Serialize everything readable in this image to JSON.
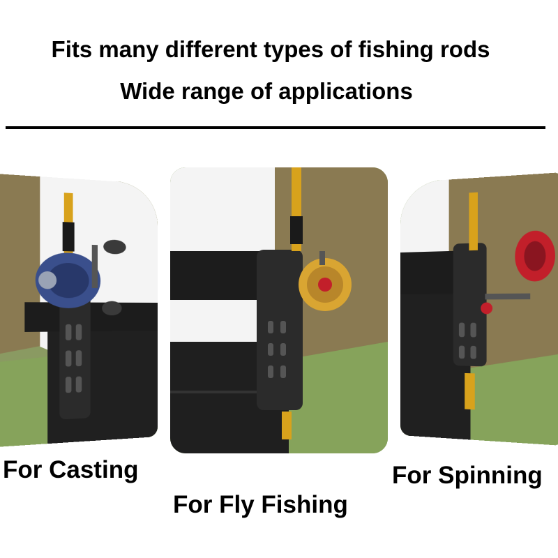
{
  "headline": {
    "line1": "Fits many different types of fishing rods",
    "line2": "Wide range of applications"
  },
  "panels": [
    {
      "id": "casting",
      "caption": "For Casting",
      "reel_icon": "baitcasting-reel-icon"
    },
    {
      "id": "fly",
      "caption": "For Fly Fishing",
      "reel_icon": "fly-reel-icon"
    },
    {
      "id": "spinning",
      "caption": "For Spinning",
      "reel_icon": "spinning-reel-icon"
    }
  ],
  "colors": {
    "grass": "#86a35b",
    "hill": "#8a7a52",
    "shirt": "#f4f4f4",
    "belt": "#1c1c1c",
    "holder": "#2b2b2b",
    "rod_gold": "#d8a21c",
    "reel_blue": "#3a4f8c",
    "reel_gold": "#d9a532",
    "reel_red": "#c21f2a"
  }
}
